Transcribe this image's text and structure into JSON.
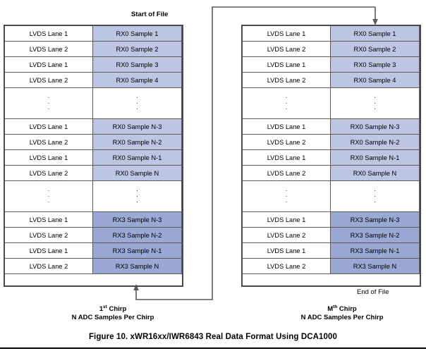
{
  "figure": {
    "caption": "Figure 10. xWR16xx/IWR6843 Real Data Format Using DCA1000",
    "start_of_file_label": "Start of File",
    "end_of_file_label": "End of File"
  },
  "lane_labels": {
    "lane1": "LVDS Lane 1",
    "lane2": "LVDS Lane 2"
  },
  "ellipsis_dot": "·",
  "left_table": {
    "name": "1st Chirp table",
    "chirp_title_number": "1",
    "chirp_title_ordinal": "st",
    "chirp_title_suffix": " Chirp",
    "chirp_subtitle": "N ADC Samples Per Chirp",
    "rows": [
      {
        "lane": "LVDS Lane 1",
        "sample": "RX0 Sample 1",
        "shade": "rx0"
      },
      {
        "lane": "LVDS Lane 2",
        "sample": "RX0 Sample 2",
        "shade": "rx0"
      },
      {
        "lane": "LVDS Lane 1",
        "sample": "RX0 Sample 3",
        "shade": "rx0"
      },
      {
        "lane": "LVDS Lane 2",
        "sample": "RX0 Sample 4",
        "shade": "rx0"
      },
      {
        "lane": "",
        "sample": "",
        "shade": "ellipsis"
      },
      {
        "lane": "LVDS Lane 1",
        "sample": "RX0 Sample N-3",
        "shade": "rx0"
      },
      {
        "lane": "LVDS Lane 2",
        "sample": "RX0 Sample N-2",
        "shade": "rx0"
      },
      {
        "lane": "LVDS Lane 1",
        "sample": "RX0 Sample N-1",
        "shade": "rx0"
      },
      {
        "lane": "LVDS Lane 2",
        "sample": "RX0 Sample N",
        "shade": "rx0"
      },
      {
        "lane": "",
        "sample": "",
        "shade": "ellipsis"
      },
      {
        "lane": "LVDS Lane 1",
        "sample": "RX3 Sample N-3",
        "shade": "rx3"
      },
      {
        "lane": "LVDS Lane 2",
        "sample": "RX3 Sample N-2",
        "shade": "rx3"
      },
      {
        "lane": "LVDS Lane 1",
        "sample": "RX3 Sample N-1",
        "shade": "rx3"
      },
      {
        "lane": "LVDS Lane 2",
        "sample": "RX3 Sample N",
        "shade": "rx3"
      }
    ]
  },
  "right_table": {
    "name": "Mth Chirp table",
    "chirp_title_number": "M",
    "chirp_title_ordinal": "th",
    "chirp_title_suffix": " Chirp",
    "chirp_subtitle": "N ADC Samples Per Chirp",
    "rows": [
      {
        "lane": "LVDS Lane 1",
        "sample": "RX0 Sample 1",
        "shade": "rx0"
      },
      {
        "lane": "LVDS Lane 2",
        "sample": "RX0 Sample 2",
        "shade": "rx0"
      },
      {
        "lane": "LVDS Lane 1",
        "sample": "RX0 Sample 3",
        "shade": "rx0"
      },
      {
        "lane": "LVDS Lane 2",
        "sample": "RX0 Sample 4",
        "shade": "rx0"
      },
      {
        "lane": "",
        "sample": "",
        "shade": "ellipsis"
      },
      {
        "lane": "LVDS Lane 1",
        "sample": "RX0 Sample N-3",
        "shade": "rx0"
      },
      {
        "lane": "LVDS Lane 2",
        "sample": "RX0 Sample N-2",
        "shade": "rx0"
      },
      {
        "lane": "LVDS Lane 1",
        "sample": "RX0 Sample N-1",
        "shade": "rx0"
      },
      {
        "lane": "LVDS Lane 2",
        "sample": "RX0 Sample N",
        "shade": "rx0"
      },
      {
        "lane": "",
        "sample": "",
        "shade": "ellipsis"
      },
      {
        "lane": "LVDS Lane 1",
        "sample": "RX3 Sample N-3",
        "shade": "rx3"
      },
      {
        "lane": "LVDS Lane 2",
        "sample": "RX3 Sample N-2",
        "shade": "rx3"
      },
      {
        "lane": "LVDS Lane 1",
        "sample": "RX3 Sample N-1",
        "shade": "rx3"
      },
      {
        "lane": "LVDS Lane 2",
        "sample": "RX3 Sample N",
        "shade": "rx3"
      }
    ]
  },
  "colors": {
    "rx0_fill": "#bcc5e2",
    "rx3_fill": "#9aa8d4",
    "cell_border": "#5a5a5a",
    "frame_border": "#4a4a4a",
    "connector_stroke": "#5a5a5a",
    "text": "#000000",
    "background": "#ffffff"
  }
}
